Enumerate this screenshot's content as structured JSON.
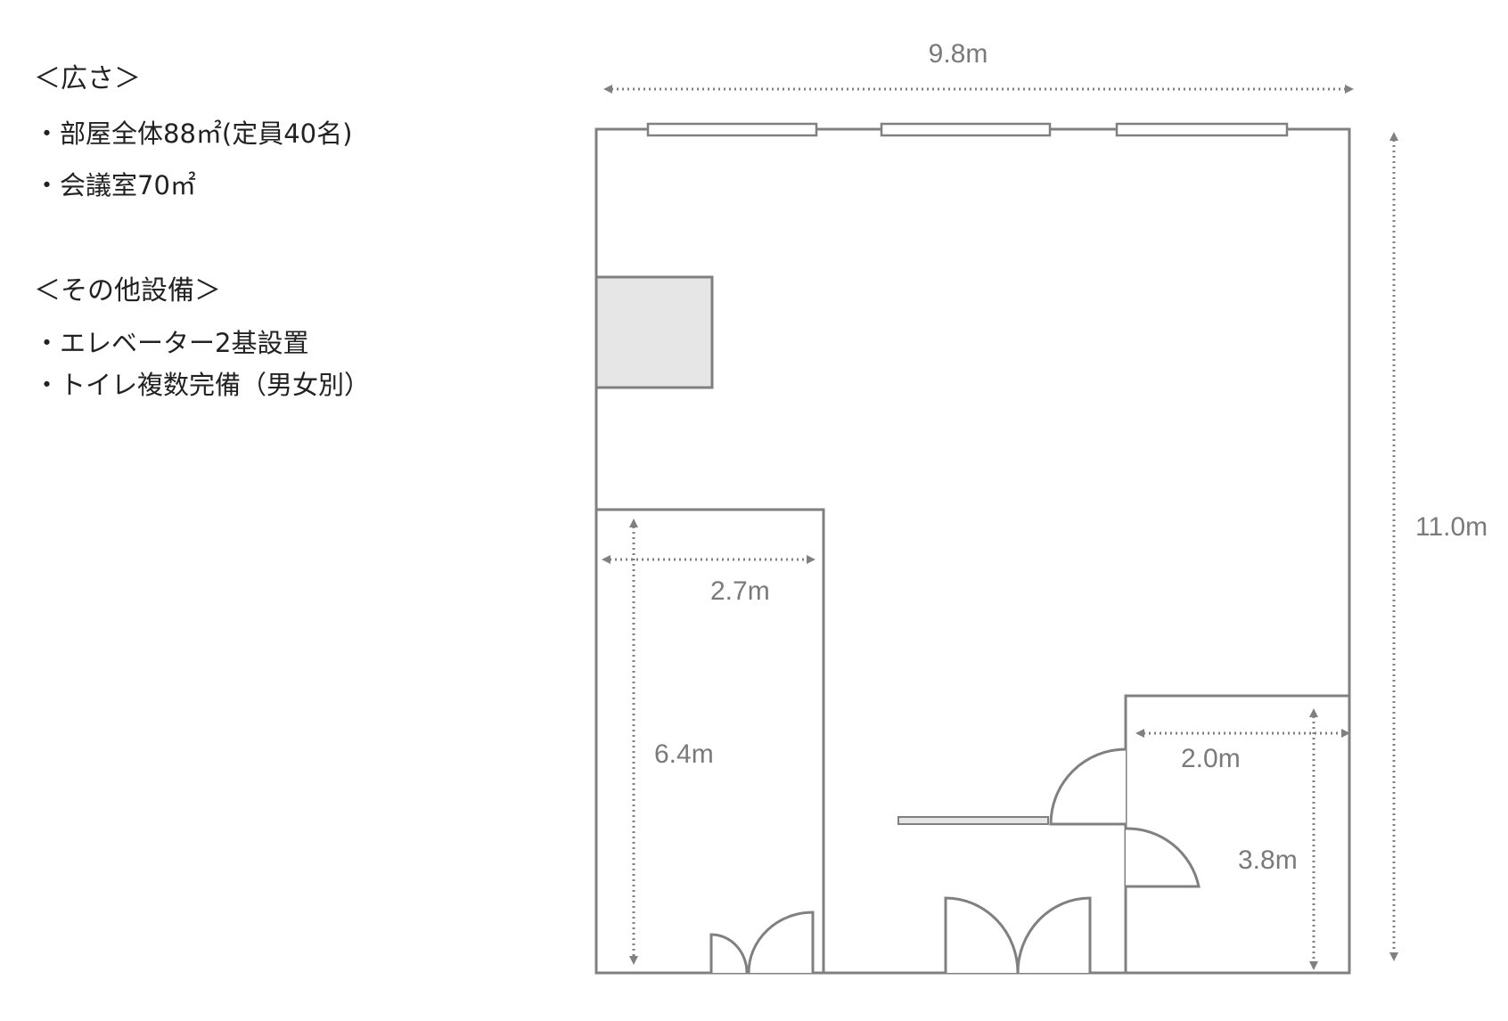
{
  "info": {
    "area_heading": "＜広さ＞",
    "area_items": [
      "・部屋全体88㎡(定員40名)",
      "・会議室70㎡"
    ],
    "facilities_heading": "＜その他設備＞",
    "facilities_items": [
      "・エレベーター2基設置",
      "・トイレ複数完備（男女別）"
    ]
  },
  "plan": {
    "dimensions": {
      "room_width": "9.8m",
      "room_depth": "11.0m",
      "left_room_width": "2.7m",
      "left_room_depth": "6.4m",
      "right_room_width": "2.0m",
      "right_room_depth": "3.8m"
    },
    "colors": {
      "wall": "#808080",
      "dimension": "#808080",
      "elevator_fill": "#e6e6e6"
    }
  }
}
